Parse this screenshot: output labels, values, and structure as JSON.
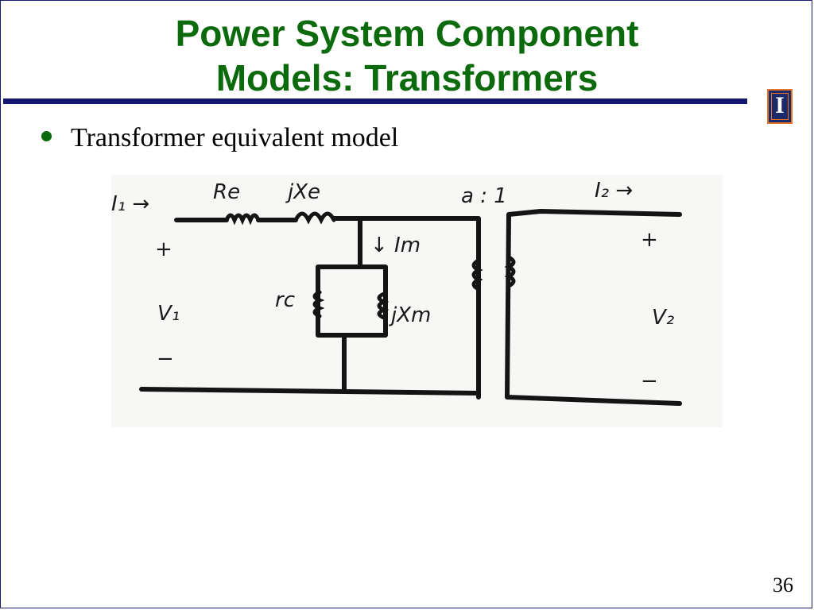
{
  "slide": {
    "title_line1": "Power System Component",
    "title_line2": "Models: Transformers",
    "bullet": "Transformer equivalent model",
    "page_number": "36",
    "logo_letter": "I"
  },
  "diagram": {
    "labels": {
      "i1": "I₁ →",
      "re": "Re",
      "jxe": "jXe",
      "ratio": "a : 1",
      "i2": "I₂ →",
      "im": "↓ Im",
      "rc": "rc",
      "jxm": "jXm",
      "v1": "V₁",
      "v2": "V₂",
      "plus_left": "+",
      "minus_left": "−",
      "plus_right": "+",
      "minus_right": "−"
    }
  },
  "colors": {
    "title": "#0b6a0b",
    "rule": "#16166e",
    "logo_bg": "#1b2a6b",
    "logo_accent": "#e8742a"
  }
}
